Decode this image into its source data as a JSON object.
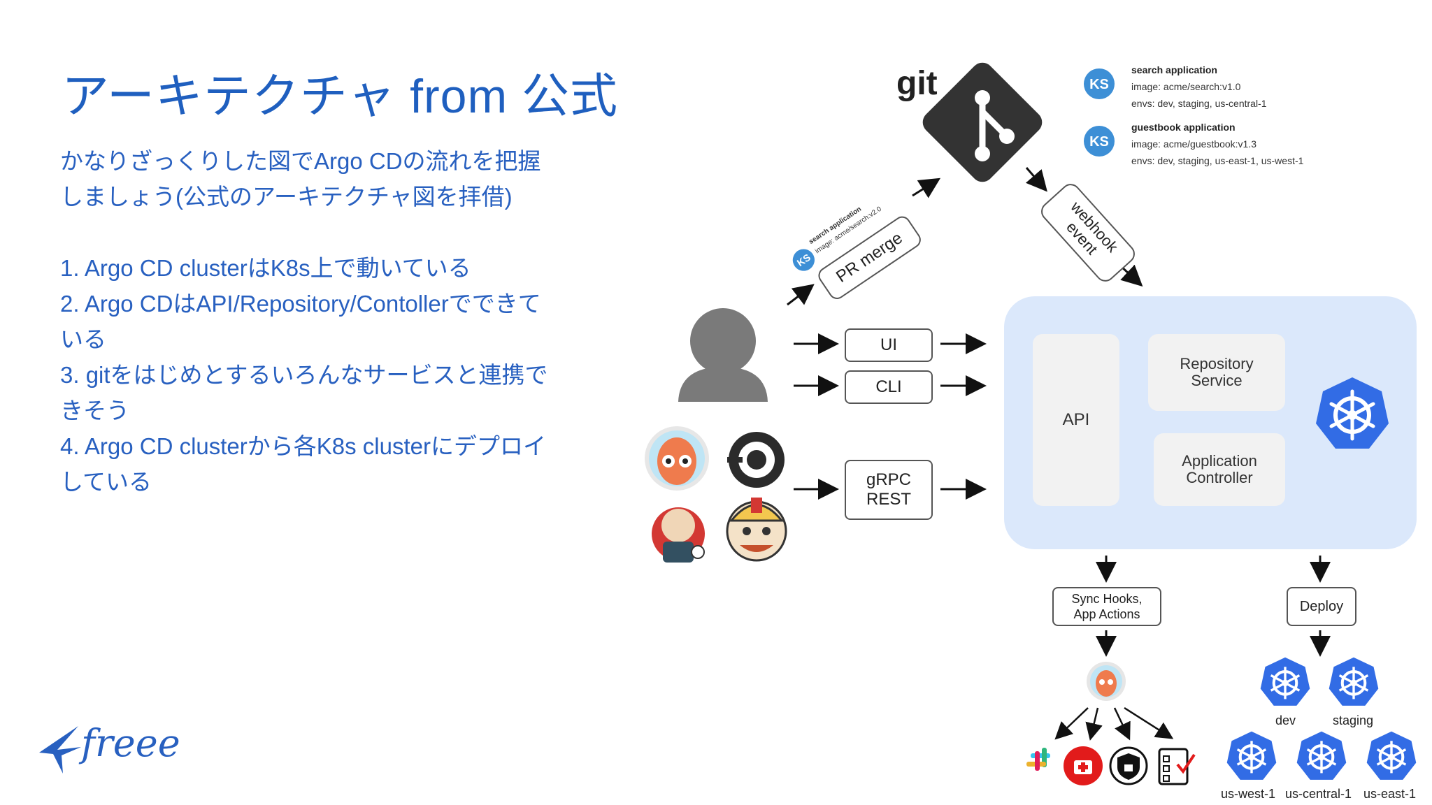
{
  "slide": {
    "title": "アーキテクチャ from 公式",
    "intro_line1": "かなりざっくりした図でArgo CDの流れを把握",
    "intro_line2": "しましょう(公式のアーキテクチャ図を拝借)",
    "points": [
      "1. Argo CD clusterはK8s上で動いている",
      "2. Argo CDはAPI/Repository/Contollerでできて",
      "いる",
      "3. gitをはじめとするいろんなサービスと連携で",
      "きそう",
      "4. Argo CD clusterから各K8s clusterにデプロイ",
      "している"
    ],
    "logo_text": "freee"
  },
  "diagram": {
    "git_label": "git",
    "apps": [
      {
        "name": "search application",
        "image": "image: acme/search:v1.0",
        "envs": "envs: dev, staging, us-central-1"
      },
      {
        "name": "guestbook application",
        "image": "image: acme/guestbook:v1.3",
        "envs": "envs: dev, staging, us-east-1, us-west-1"
      }
    ],
    "pr_tag_name": "search application",
    "pr_tag_image": "image: acme/search:v2.0",
    "pr_merge": "PR merge",
    "webhook_line1": "webhook",
    "webhook_line2": "event",
    "ui": "UI",
    "cli": "CLI",
    "grpc_line1": "gRPC",
    "grpc_line2": "REST",
    "api": "API",
    "repo_line1": "Repository",
    "repo_line2": "Service",
    "appctl_line1": "Application",
    "appctl_line2": "Controller",
    "sync_line1": "Sync Hooks,",
    "sync_line2": "App Actions",
    "deploy": "Deploy",
    "envs": [
      "dev",
      "staging",
      "us-west-1",
      "us-central-1",
      "us-east-1"
    ],
    "colors": {
      "k8s_blue": "#326ce5",
      "panel": "#dbe8fb",
      "title_blue": "#1f5fbf"
    }
  }
}
